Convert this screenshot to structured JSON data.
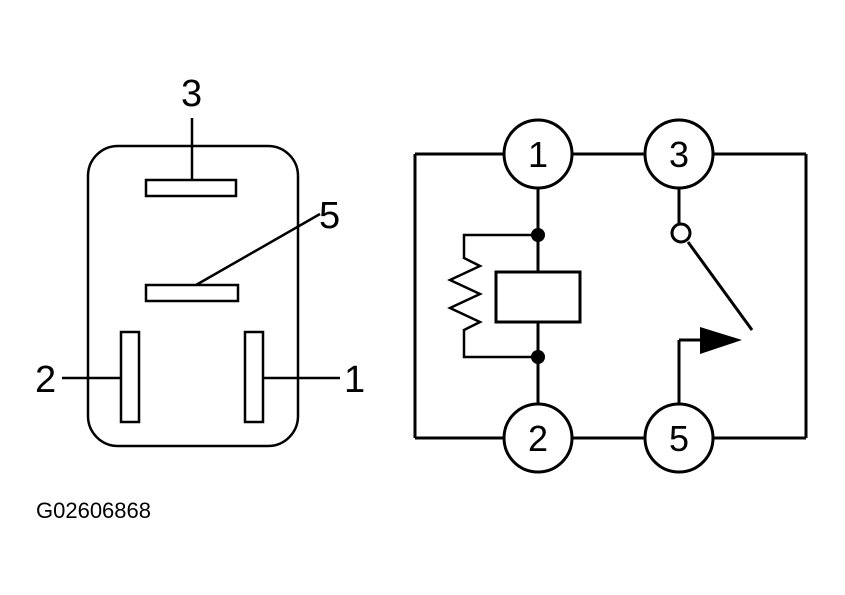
{
  "connector_view": {
    "pin_labels": {
      "top": "3",
      "upper_right": "5",
      "left": "2",
      "right": "1"
    }
  },
  "schematic": {
    "terminals": {
      "t1": "1",
      "t3": "3",
      "t2": "2",
      "t5": "5"
    }
  },
  "figure_id": "G02606868",
  "colors": {
    "ink": "#000000",
    "paper": "#ffffff",
    "blade_fill": "#ffffff"
  }
}
